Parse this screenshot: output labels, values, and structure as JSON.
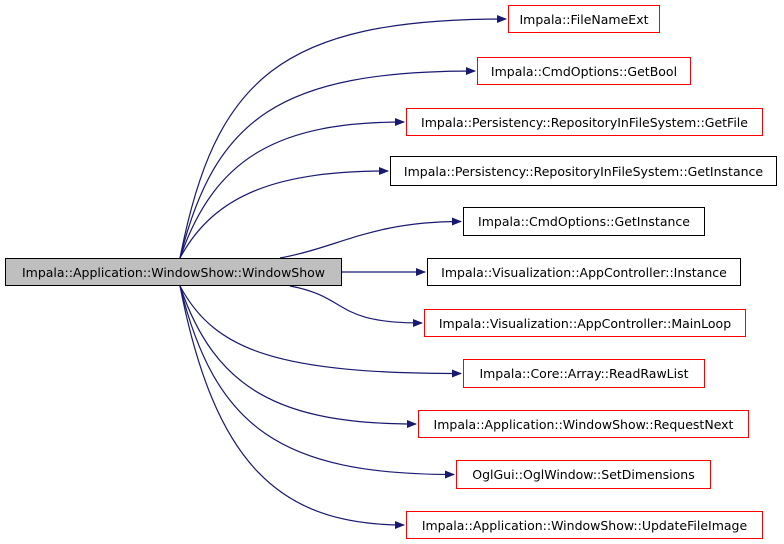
{
  "colors": {
    "edge": "#191970",
    "root_fill": "#bfbfbf",
    "root_border": "#000000",
    "missing_border": "#ff0000",
    "documented_border": "#000000"
  },
  "root": {
    "label": "Impala::Application::WindowShow::WindowShow"
  },
  "callees": [
    {
      "label": "Impala::FileNameExt",
      "border": "red"
    },
    {
      "label": "Impala::CmdOptions::GetBool",
      "border": "red"
    },
    {
      "label": "Impala::Persistency::RepositoryInFileSystem::GetFile",
      "border": "red"
    },
    {
      "label": "Impala::Persistency::RepositoryInFileSystem::GetInstance",
      "border": "black"
    },
    {
      "label": "Impala::CmdOptions::GetInstance",
      "border": "black"
    },
    {
      "label": "Impala::Visualization::AppController::Instance",
      "border": "black"
    },
    {
      "label": "Impala::Visualization::AppController::MainLoop",
      "border": "red"
    },
    {
      "label": "Impala::Core::Array::ReadRawList",
      "border": "red"
    },
    {
      "label": "Impala::Application::WindowShow::RequestNext",
      "border": "red"
    },
    {
      "label": "OglGui::OglWindow::SetDimensions",
      "border": "red"
    },
    {
      "label": "Impala::Application::WindowShow::UpdateFileImage",
      "border": "red"
    }
  ]
}
